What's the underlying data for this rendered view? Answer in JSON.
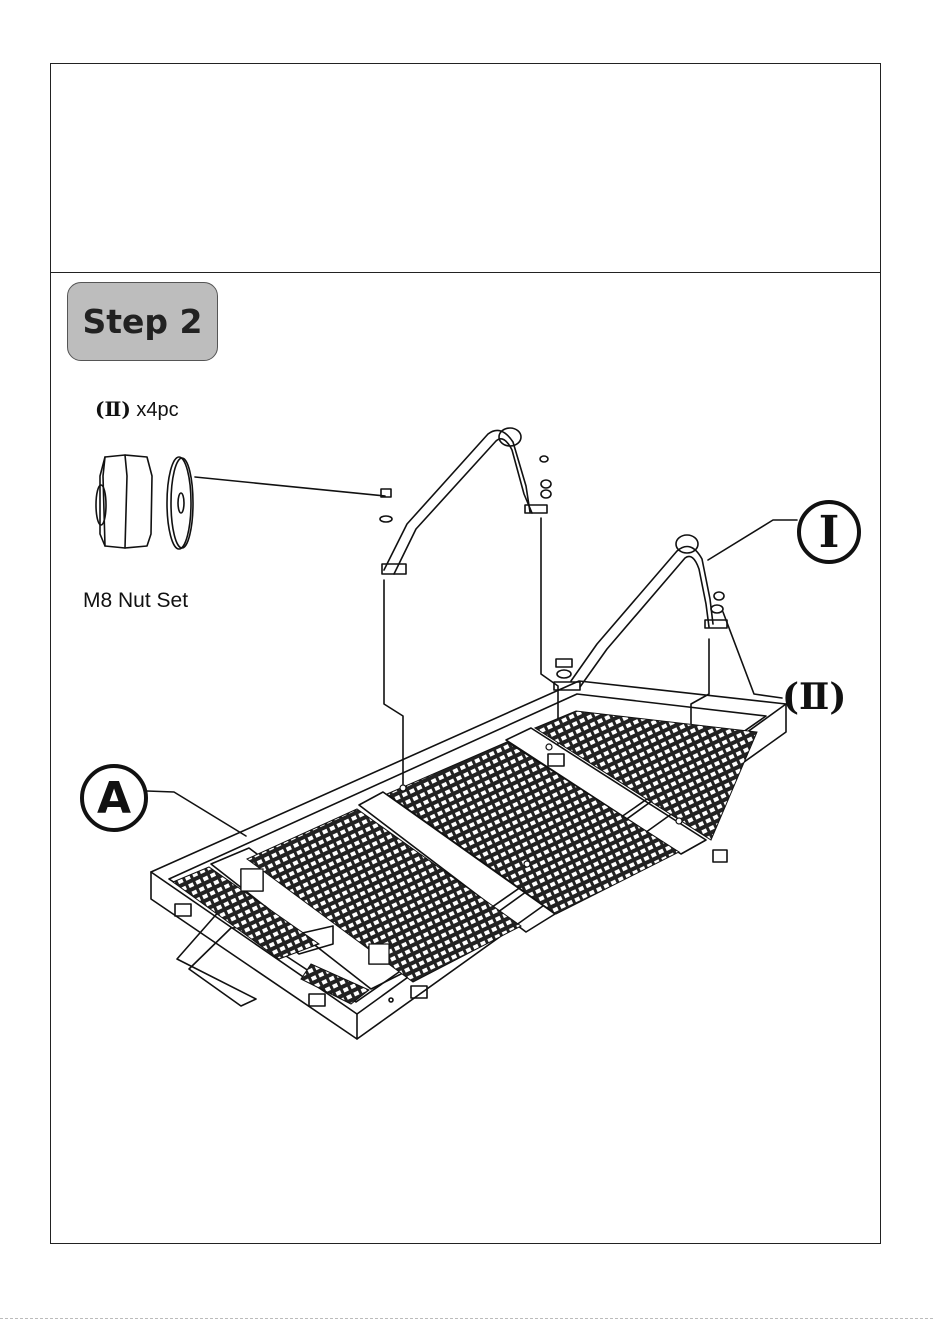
{
  "step": {
    "label": "Step 2"
  },
  "parts": {
    "quantity_prefix": "(Ⅱ)",
    "quantity_text": "x4pc",
    "name": "M8 Nut Set"
  },
  "callouts": {
    "bracket": "Ⅰ",
    "nut_set": "(Ⅱ)",
    "frame": "A"
  }
}
